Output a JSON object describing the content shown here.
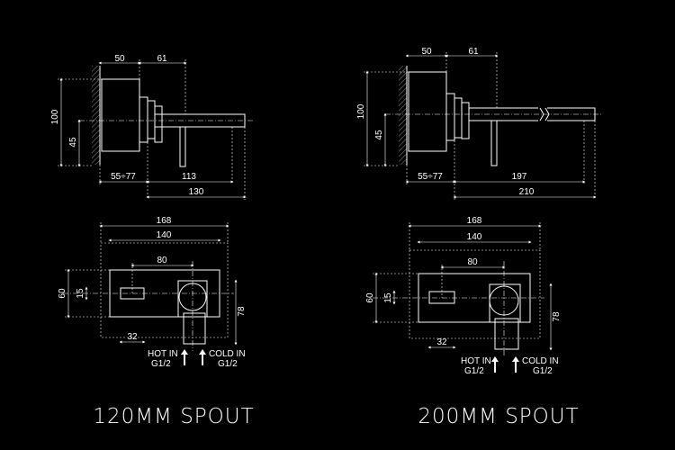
{
  "colors": {
    "background": "#000000",
    "line": "#ffffff",
    "hatch": "#7a7a7a"
  },
  "icons": [
    "up-arrow-icon"
  ],
  "views": [
    {
      "caption": "120MM SPOUT",
      "side": {
        "d50": "50",
        "d61": "61",
        "d100": "100",
        "d45": "45",
        "d55": "55÷77",
        "d113": "113",
        "d130": "130"
      },
      "front": {
        "d168": "168",
        "d140": "140",
        "d80": "80",
        "d60": "60",
        "d15": "15",
        "d78": "78",
        "d32": "32"
      },
      "inlets": {
        "hot": "HOT IN",
        "hot_size": "G1/2",
        "cold": "COLD IN",
        "cold_size": "G1/2"
      }
    },
    {
      "caption": "200MM SPOUT",
      "side": {
        "d50": "50",
        "d61": "61",
        "d100": "100",
        "d45": "45",
        "d55": "55÷77",
        "d197": "197",
        "d210": "210"
      },
      "front": {
        "d168": "168",
        "d140": "140",
        "d80": "80",
        "d60": "60",
        "d15": "15",
        "d78": "78",
        "d32": "32"
      },
      "inlets": {
        "hot": "HOT IN",
        "hot_size": "G1/2",
        "cold": "COLD IN",
        "cold_size": "G1/2"
      }
    }
  ]
}
